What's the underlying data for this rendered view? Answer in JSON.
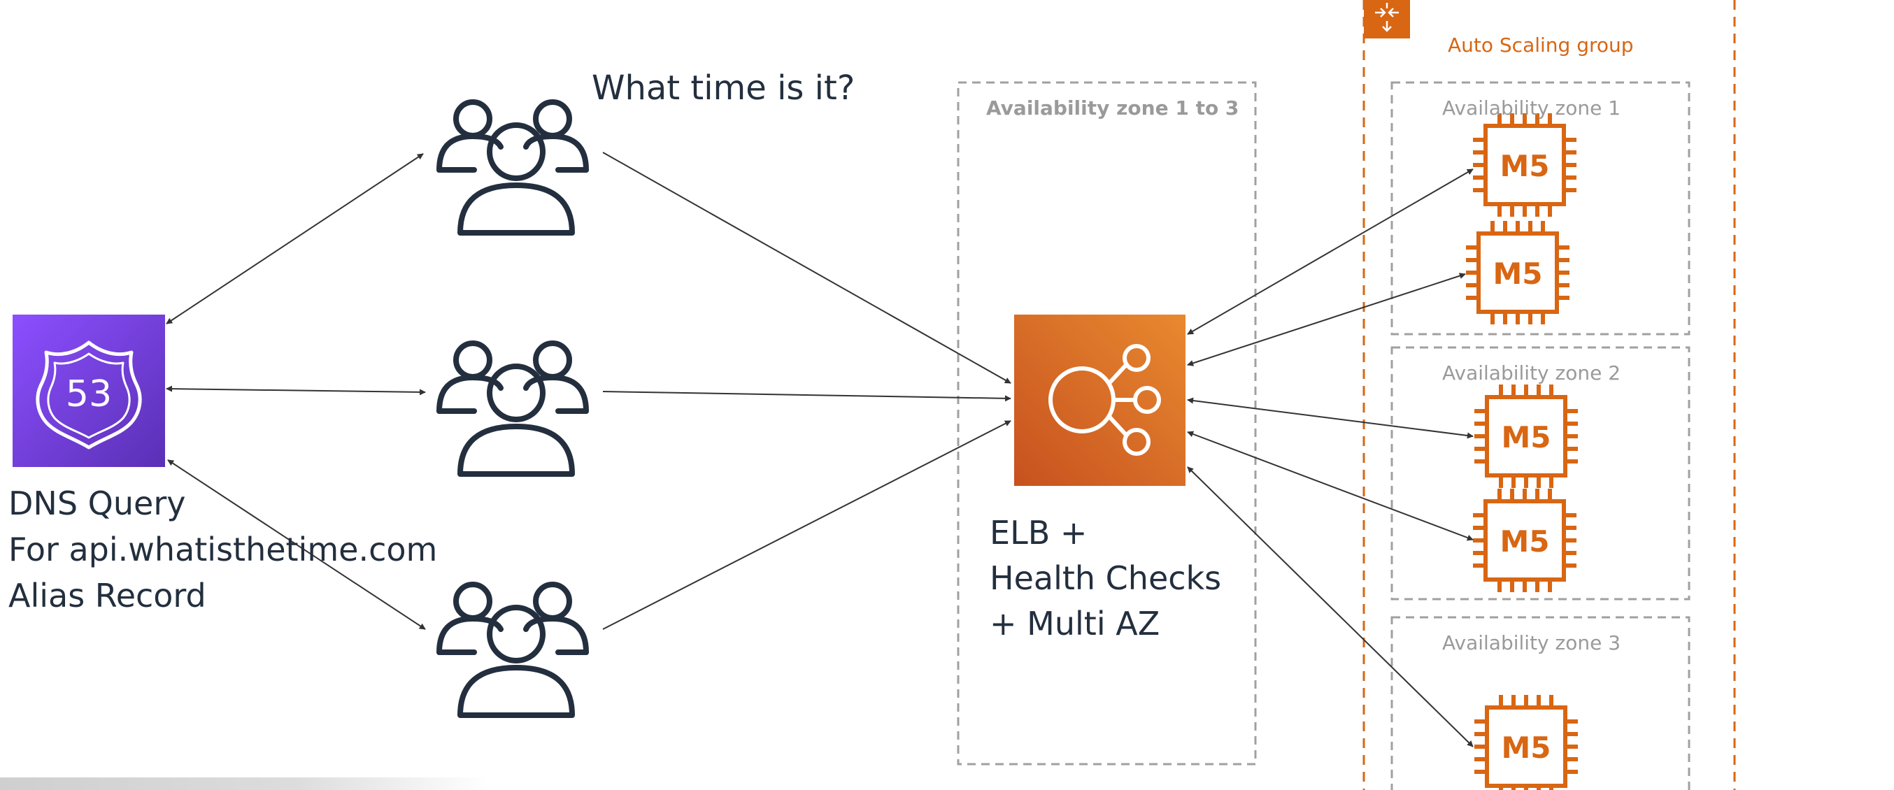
{
  "question_text": "What time is it?",
  "dns": {
    "badge": "53",
    "line1": "DNS Query",
    "line2": "For api.whatisthetime.com",
    "line3": "Alias Record"
  },
  "elb": {
    "zone_label": "Availability zone 1 to 3",
    "line1": "ELB +",
    "line2": "Health Checks",
    "line3": "+ Multi AZ"
  },
  "asg": {
    "label": "Auto Scaling group",
    "zones": [
      {
        "label": "Availability zone 1"
      },
      {
        "label": "Availability zone 2"
      },
      {
        "label": "Availability zone 3"
      }
    ],
    "instance_label": "M5"
  },
  "icons": {
    "route53": "route53-shield-icon",
    "users": "users-group-icon",
    "elb": "elastic-load-balancer-icon",
    "instance": "ec2-m5-instance-icon",
    "asg": "auto-scaling-icon"
  },
  "colors": {
    "route53_top": "#8c4fff",
    "route53_bottom": "#5a30b5",
    "elb_top": "#e8892f",
    "elb_bottom": "#c7511f",
    "aws_orange": "#d86613",
    "ink": "#232f3e",
    "zone_dash": "#a0a0a0",
    "arrow": "#333333"
  }
}
